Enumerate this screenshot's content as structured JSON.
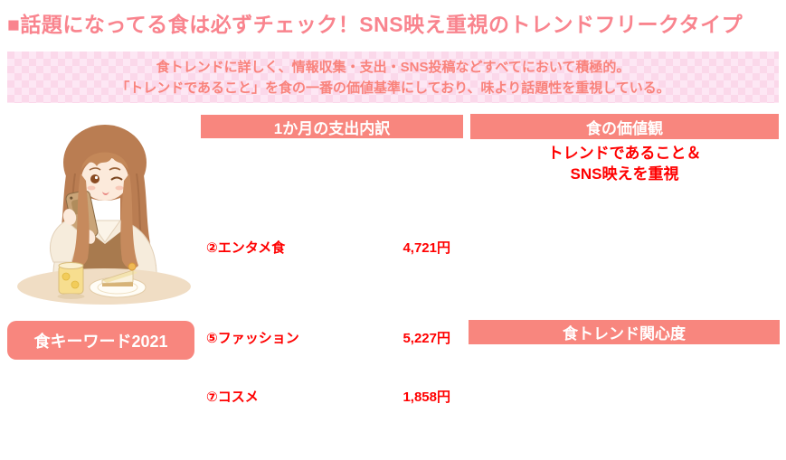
{
  "title": {
    "text": "■話題になってる食は必ずチェック！SNS映え重視のトレンドフリークタイプ",
    "color": "#F9848E"
  },
  "summary_banner": {
    "line1": "食トレンドに詳しく、情報収集・支出・SNS投稿などすべてにおいて積極的。",
    "line2": "「トレンドであること」を食の一番の価値基準にしており、味より話題性を重視している。",
    "text_color": "#F9837C",
    "bg_color": "#FBD8EA",
    "bg_check_color": "#FDE7F4"
  },
  "illustration": {
    "description": "woman taking smartphone photo of cheesecake and drink at table"
  },
  "spending": {
    "header": "1か月の支出内訳",
    "items": [
      {
        "label": "②エンタメ食",
        "value": "4,721円"
      },
      {
        "label": "⑤ファッション",
        "value": "5,227円"
      },
      {
        "label": "⑦コスメ",
        "value": "1,858円"
      }
    ]
  },
  "values_section": {
    "header": "食の価値観",
    "line1": "トレンドであること＆",
    "line2": "SNS映えを重視"
  },
  "keyword_badge": {
    "label": "食キーワード2021"
  },
  "trend_section": {
    "header": "食トレンド関心度"
  },
  "colors": {
    "header_bg": "#F8867E",
    "header_text": "#FFFFFF",
    "accent_red": "#FF0000"
  }
}
